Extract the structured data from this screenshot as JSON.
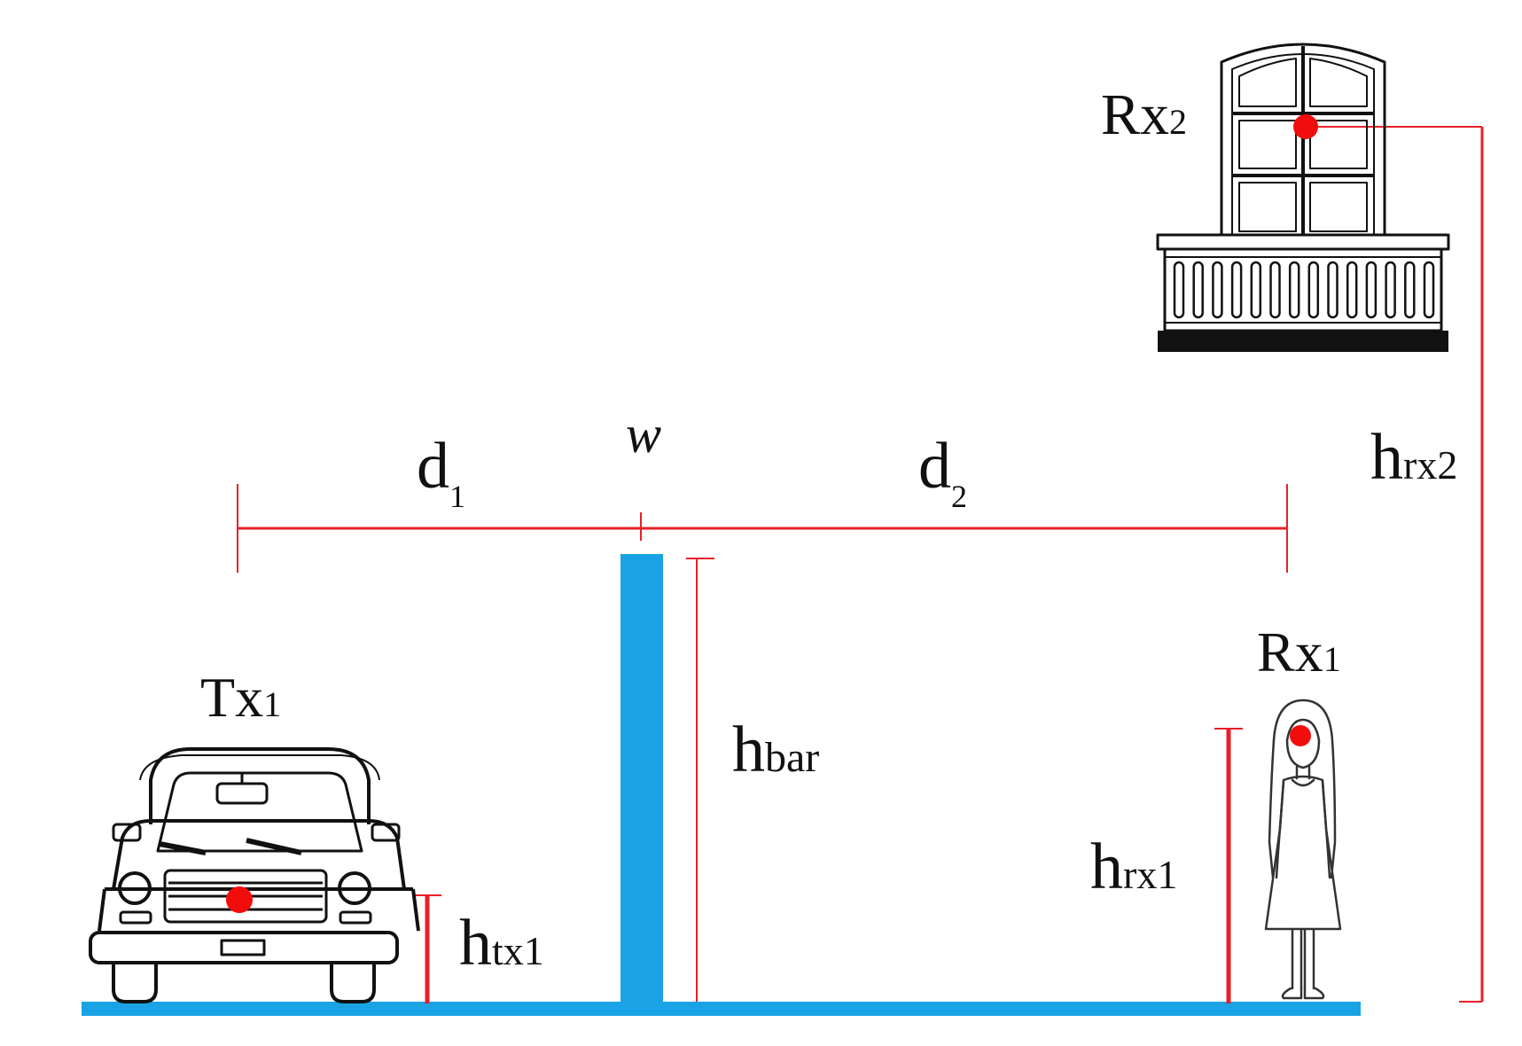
{
  "labels": {
    "rx2_main": "Rx",
    "rx2_sub": "2",
    "w": "w",
    "d1_main": "d",
    "d1_sub": "1",
    "d2_main": "d",
    "d2_sub": "2",
    "hrx2_main": "h",
    "hrx2_sub": "rx2",
    "hbar_main": "h",
    "hbar_sub": "bar",
    "tx1_main": "Tx",
    "tx1_sub": "1",
    "rx1_main": "Rx",
    "rx1_sub": "1",
    "hrx1_main": "h",
    "hrx1_sub": "rx1",
    "htx1_main": "h",
    "htx1_sub": "tx1"
  },
  "colors": {
    "dimension": "#e8202a",
    "ground": "#1aa3e4",
    "barrier": "#1aa3e4",
    "antenna_point": "#f20d0d",
    "outline": "#111111"
  },
  "icons": {
    "transmitter": "car-icon",
    "receiver_1": "person-icon",
    "receiver_2": "balcony-window-icon"
  }
}
